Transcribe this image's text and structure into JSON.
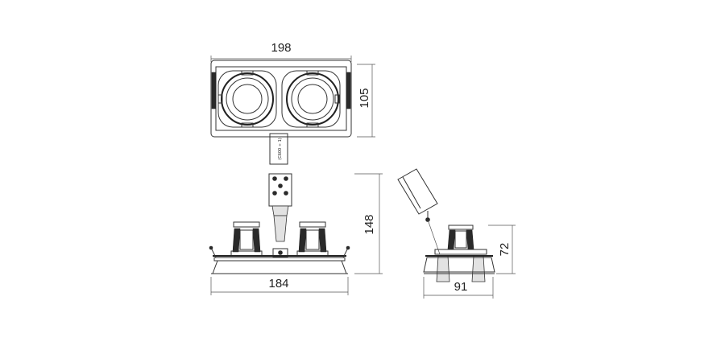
{
  "top_view": {
    "width": "198",
    "height": "105",
    "label_text": "(C600 ÷ 1)"
  },
  "front_view": {
    "width": "184",
    "height": "148"
  },
  "side_view": {
    "height": "72",
    "width": "91"
  }
}
